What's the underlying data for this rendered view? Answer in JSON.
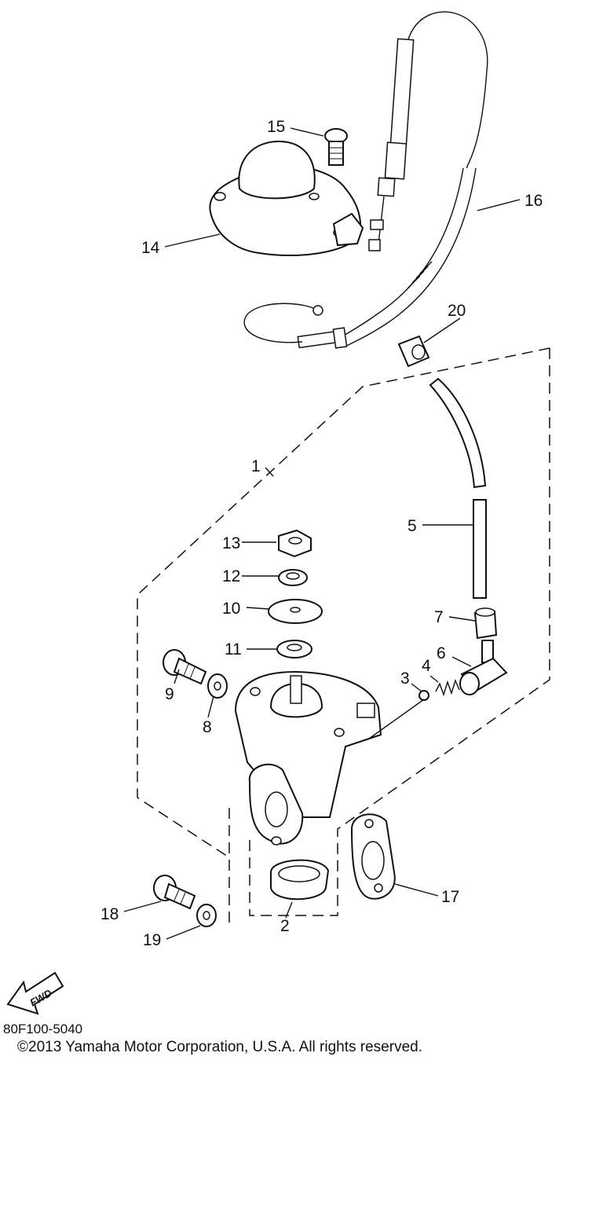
{
  "diagram": {
    "callouts": [
      "1",
      "2",
      "3",
      "4",
      "5",
      "6",
      "7",
      "8",
      "9",
      "10",
      "11",
      "12",
      "13",
      "14",
      "15",
      "16",
      "17",
      "18",
      "19",
      "20"
    ],
    "fwd_label": "FWD"
  },
  "footer": {
    "part_code": "80F100-5040",
    "copyright": "©2013 Yamaha Motor Corporation, U.S.A. All rights reserved."
  }
}
